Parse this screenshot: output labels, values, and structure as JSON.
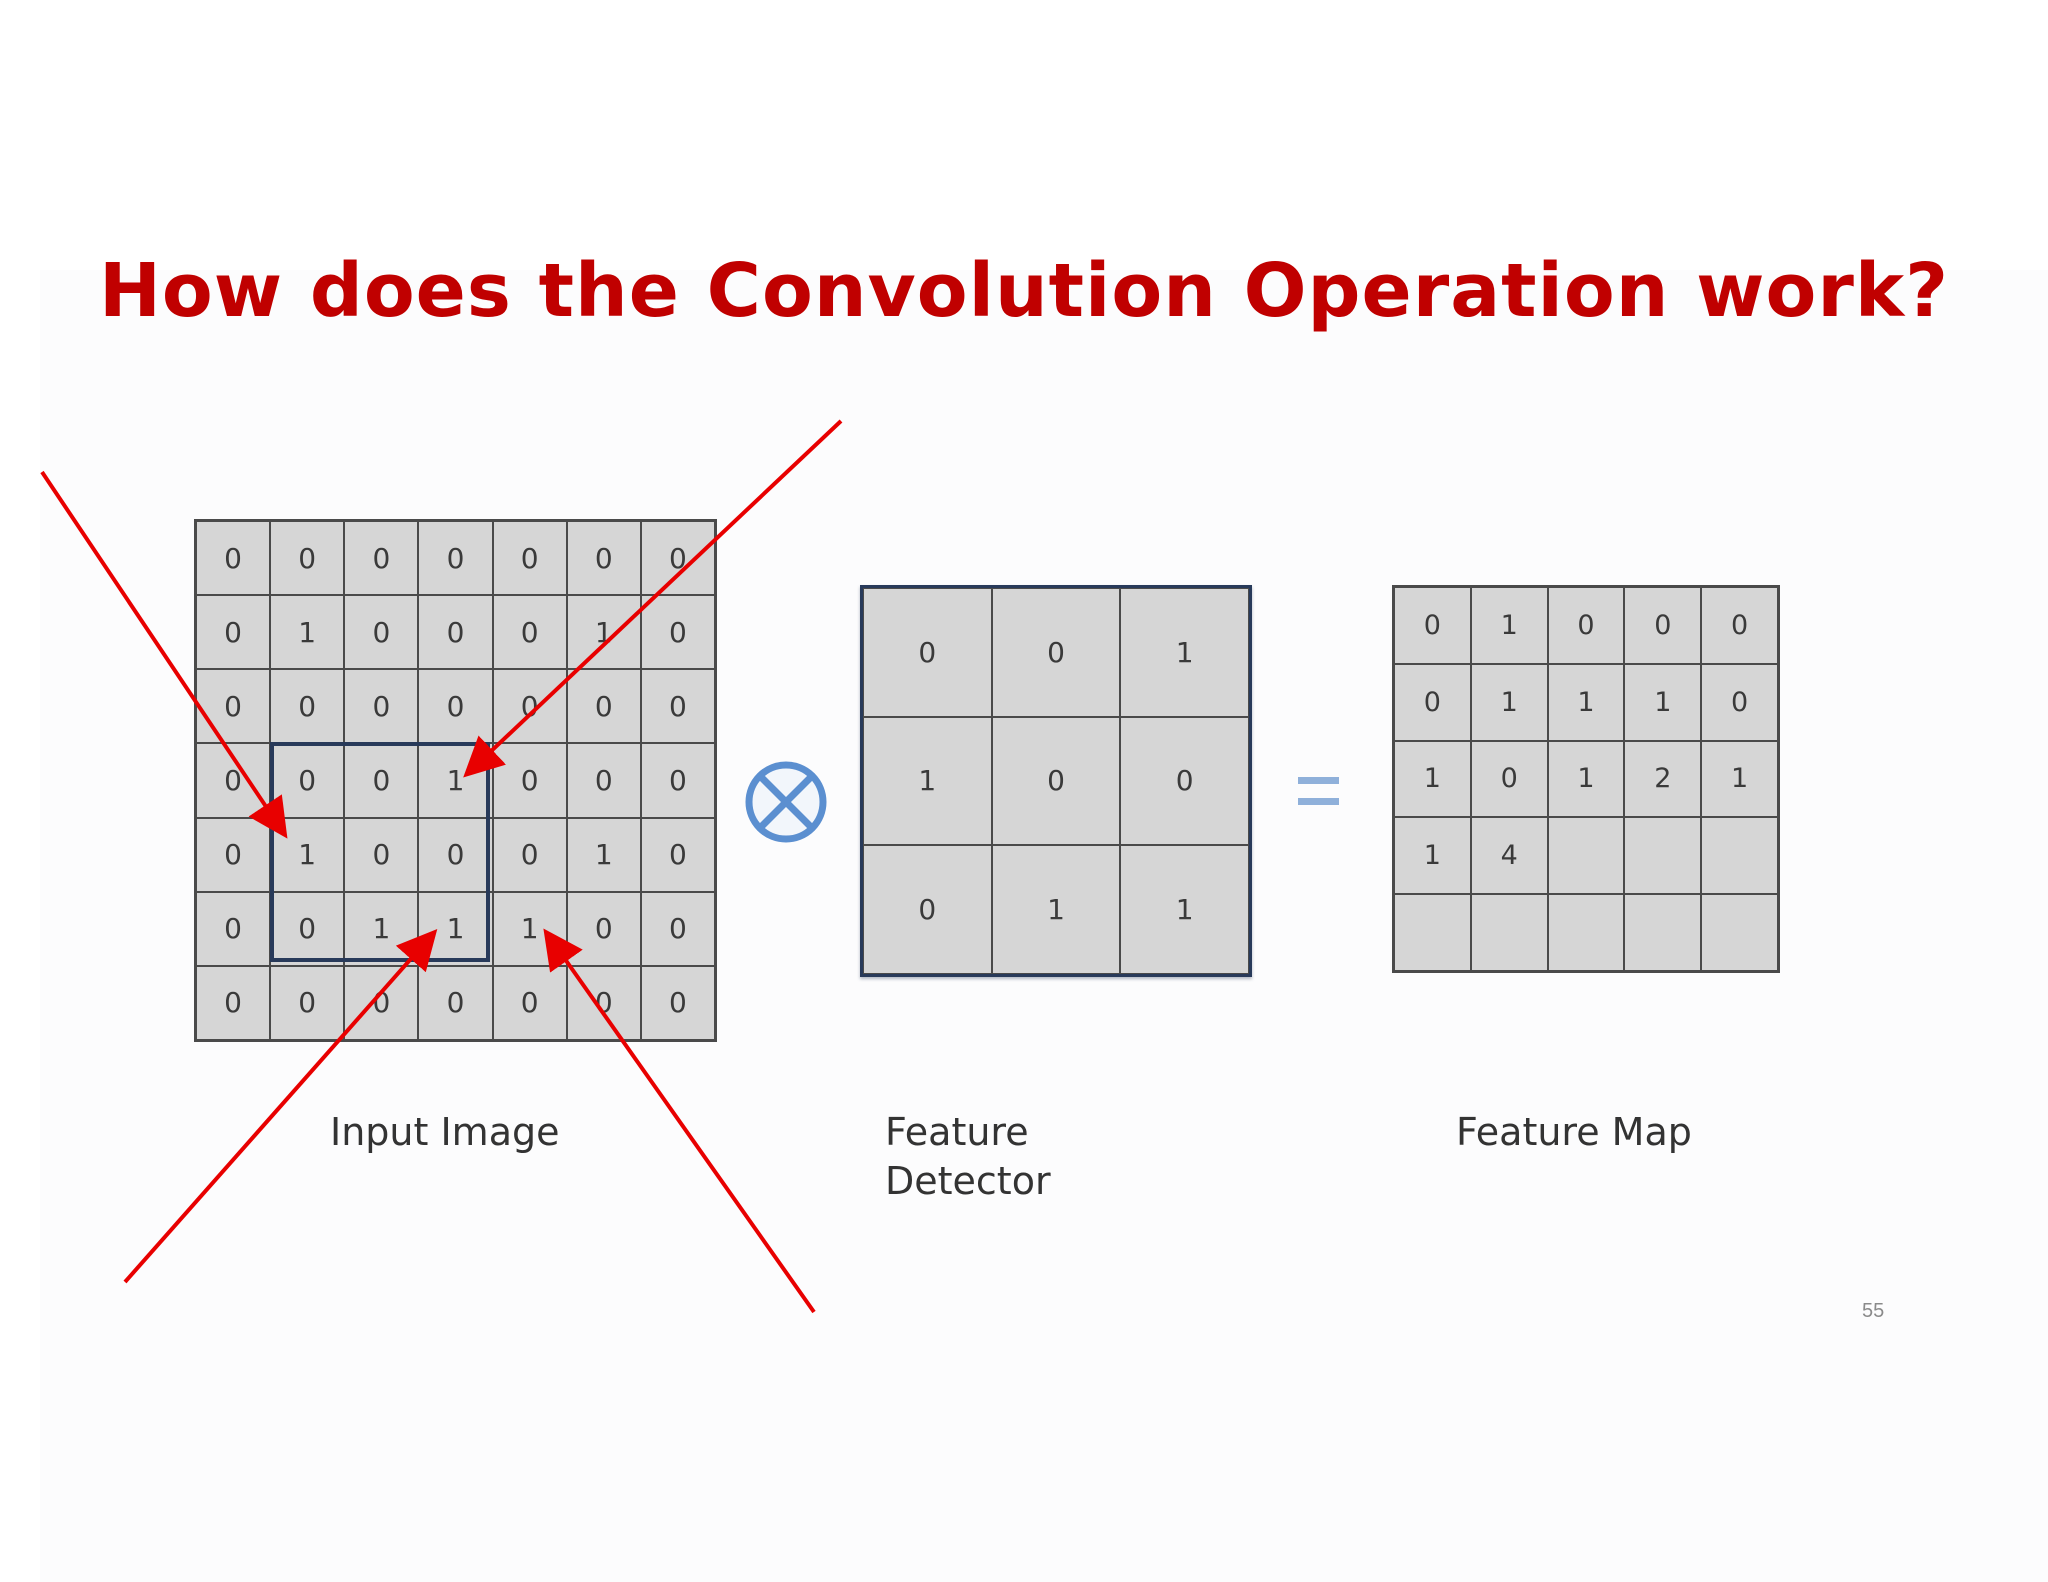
{
  "title": "How does the Convolution Operation work?",
  "input_image": {
    "label": "Input Image",
    "rows": [
      [
        "0",
        "0",
        "0",
        "0",
        "0",
        "0",
        "0"
      ],
      [
        "0",
        "1",
        "0",
        "0",
        "0",
        "1",
        "0"
      ],
      [
        "0",
        "0",
        "0",
        "0",
        "0",
        "0",
        "0"
      ],
      [
        "0",
        "0",
        "0",
        "1",
        "0",
        "0",
        "0"
      ],
      [
        "0",
        "1",
        "0",
        "0",
        "0",
        "1",
        "0"
      ],
      [
        "0",
        "0",
        "1",
        "1",
        "1",
        "0",
        "0"
      ],
      [
        "0",
        "0",
        "0",
        "0",
        "0",
        "0",
        "0"
      ]
    ]
  },
  "operator_symbol": "⊗",
  "feature_detector": {
    "label_line1": "Feature",
    "label_line2": "Detector",
    "rows": [
      [
        "0",
        "0",
        "1"
      ],
      [
        "1",
        "0",
        "0"
      ],
      [
        "0",
        "1",
        "1"
      ]
    ]
  },
  "equals_symbol": "=",
  "feature_map": {
    "label": "Feature Map",
    "rows": [
      [
        "0",
        "1",
        "0",
        "0",
        "0"
      ],
      [
        "0",
        "1",
        "1",
        "1",
        "0"
      ],
      [
        "1",
        "0",
        "1",
        "2",
        "1"
      ],
      [
        "1",
        "4",
        "",
        "",
        ""
      ],
      [
        "",
        "",
        "",
        "",
        ""
      ]
    ]
  },
  "page_number": "55",
  "colors": {
    "title": "#c00000",
    "annotation_arrows": "#e80000",
    "grid_fill": "#d6d6d6",
    "window_border": "#283a5a",
    "operator": "#5b8fd0"
  }
}
